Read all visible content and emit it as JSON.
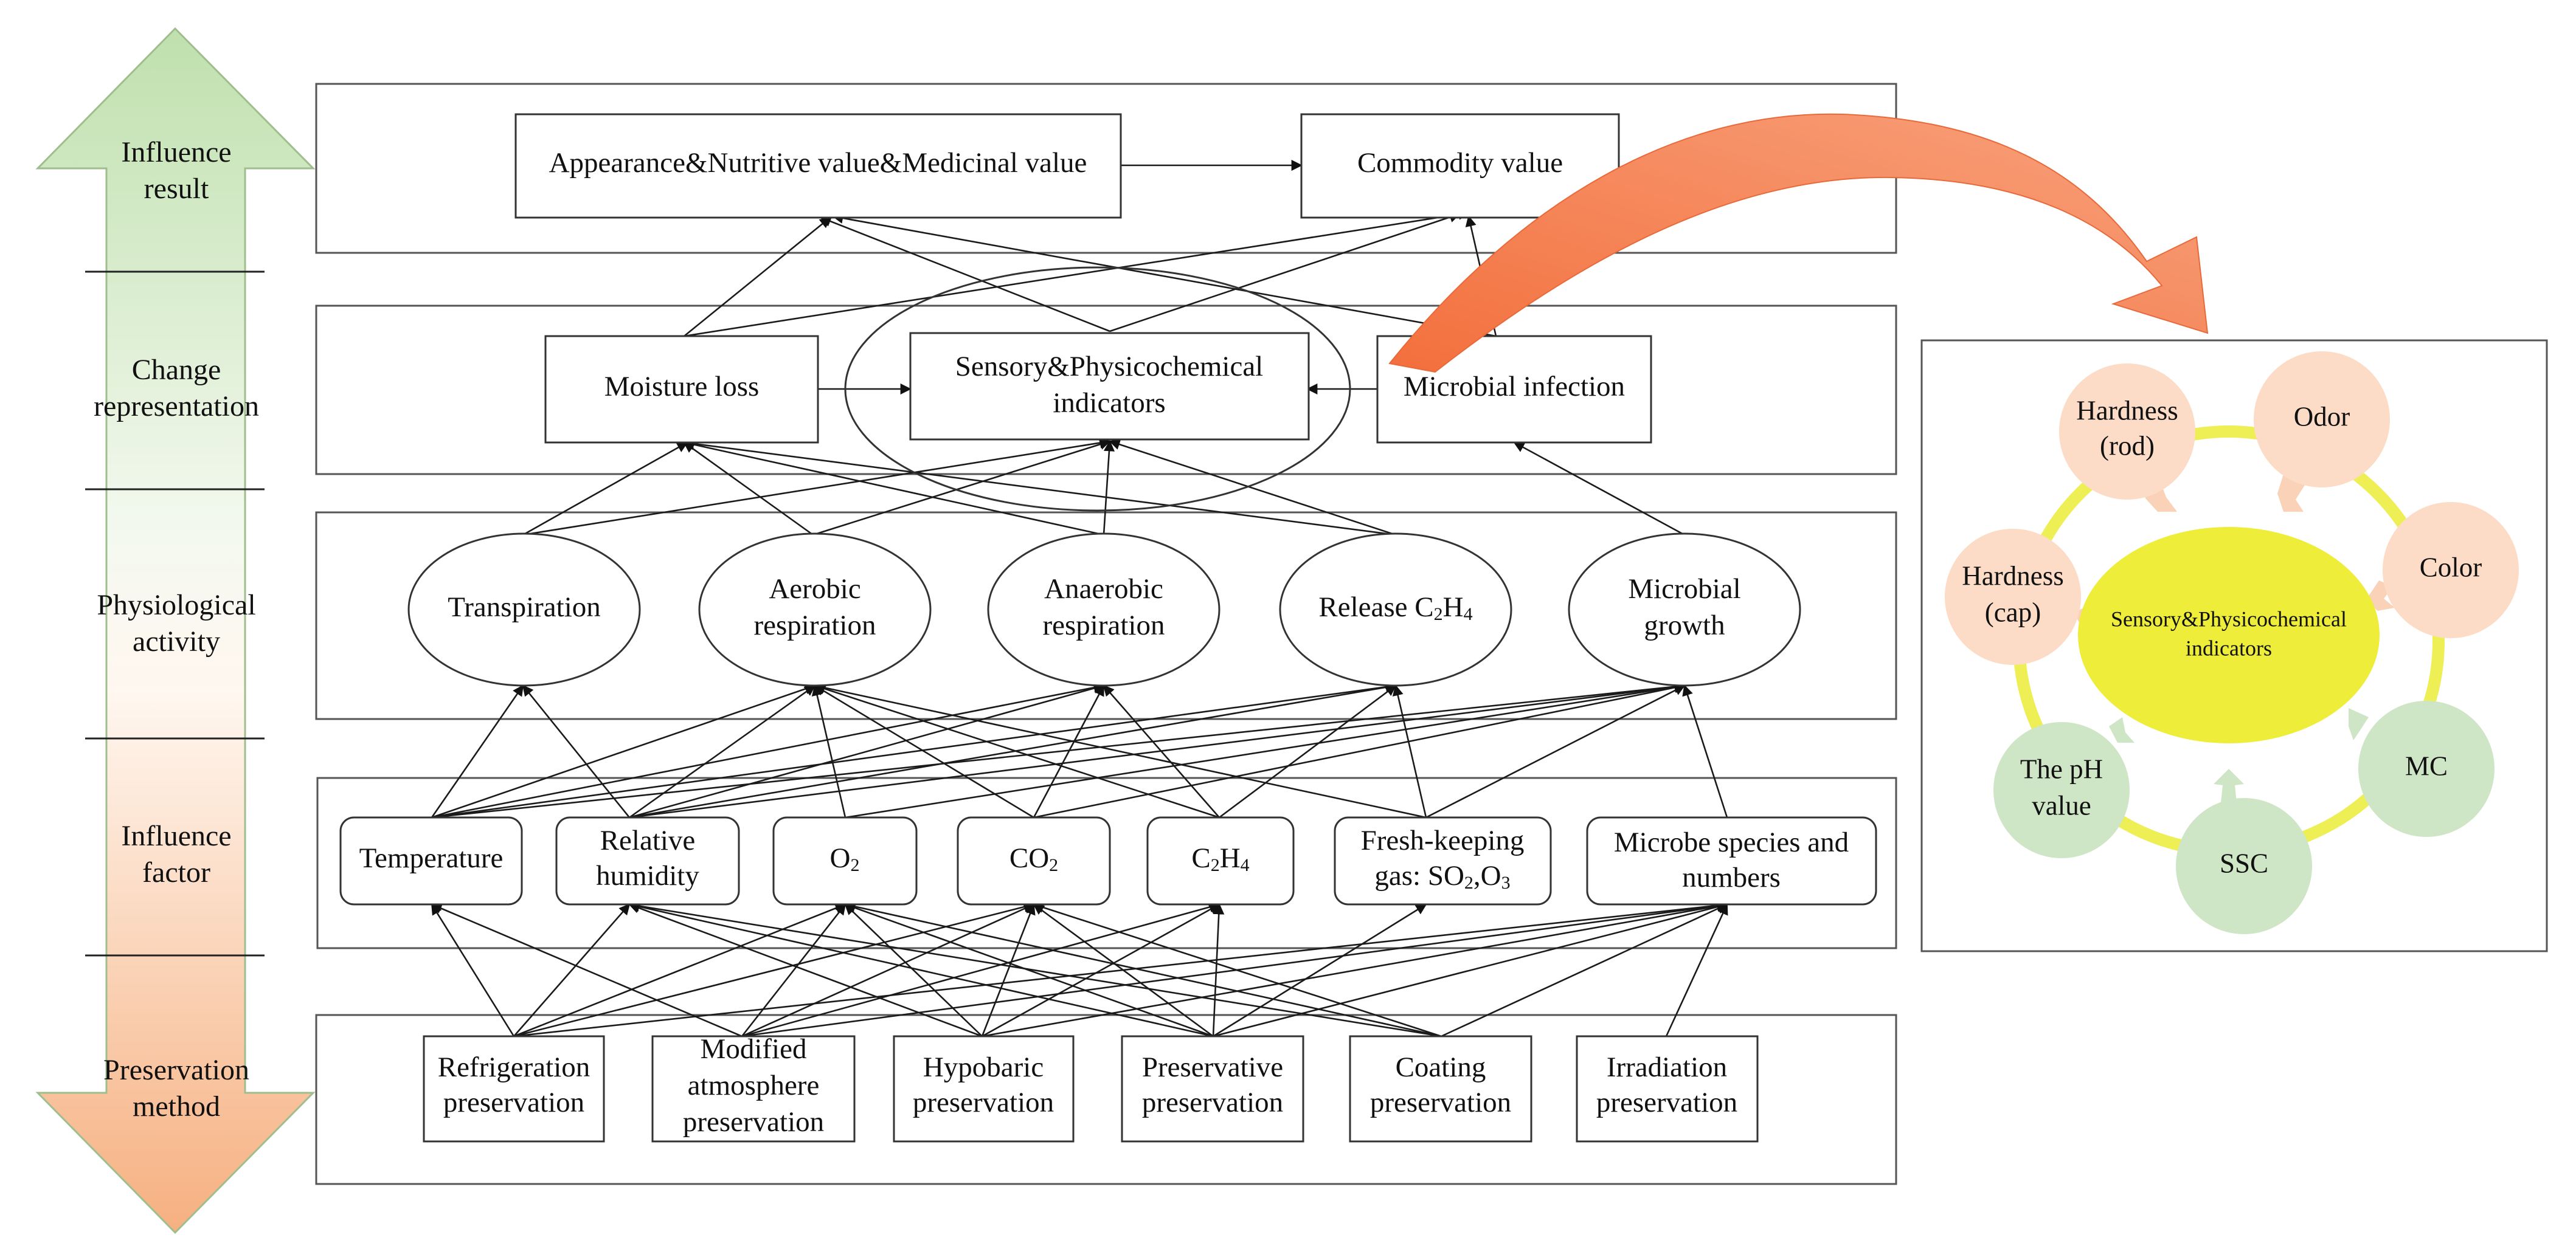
{
  "side_labels": [
    [
      "Influence",
      "result"
    ],
    [
      "Change",
      "representation"
    ],
    [
      "Physiological",
      "activity"
    ],
    [
      "Influence",
      "factor"
    ],
    [
      "Preservation",
      "method"
    ]
  ],
  "result": {
    "appearance": "Appearance&Nutritive value&Medicinal value",
    "commodity": "Commodity value"
  },
  "change": {
    "moisture": "Moisture loss",
    "sensory": [
      "Sensory&Physicochemical",
      "indicators"
    ],
    "microbial": "Microbial infection"
  },
  "activity": {
    "transpiration": "Transpiration",
    "aerobic": [
      "Aerobic",
      "respiration"
    ],
    "anaerobic": [
      "Anaerobic",
      "respiration"
    ],
    "release_text": "Release C",
    "release_sub1": "2",
    "release_mid": "H",
    "release_sub2": "4",
    "microbial_growth": [
      "Microbial",
      "growth"
    ]
  },
  "factors": {
    "temperature": "Temperature",
    "humidity": [
      "Relative",
      "humidity"
    ],
    "o2_main": "O",
    "o2_sub": "2",
    "co2_main": "CO",
    "co2_sub": "2",
    "c2h4_a": "C",
    "c2h4_sub1": "2",
    "c2h4_b": "H",
    "c2h4_sub2": "4",
    "freshkeeping_line1": "Fresh-keeping",
    "freshkeeping_a": "gas: SO",
    "freshkeeping_sub1": "2",
    "freshkeeping_b": ",O",
    "freshkeeping_sub2": "3",
    "microbe": [
      "Microbe species and",
      "numbers"
    ]
  },
  "methods": {
    "refrigeration": [
      "Refrigeration",
      "preservation"
    ],
    "modified": [
      "Modified",
      "atmosphere",
      "preservation"
    ],
    "hypobaric": [
      "Hypobaric",
      "preservation"
    ],
    "preservative": [
      "Preservative",
      "preservation"
    ],
    "coating": [
      "Coating",
      "preservation"
    ],
    "irradiation": [
      "Irradiation",
      "preservation"
    ]
  },
  "panel": {
    "center": [
      "Sensory&Physicochemical",
      "indicators"
    ],
    "hardness_rod": [
      "Hardness",
      "(rod)"
    ],
    "odor": "Odor",
    "color": "Color",
    "hardness_cap": [
      "Hardness",
      "(cap)"
    ],
    "mc": "MC",
    "ssc": "SSC",
    "ph": [
      "The pH",
      "value"
    ]
  },
  "colors": {
    "arrow_top": "#c6e4b4",
    "arrow_bottom": "#f6b98a",
    "curve_arrow": "#f4865a",
    "center_fill": "#eded3a",
    "ring": "#eeee55",
    "peach": "#fcdcc6",
    "green": "#cfe6c6"
  }
}
